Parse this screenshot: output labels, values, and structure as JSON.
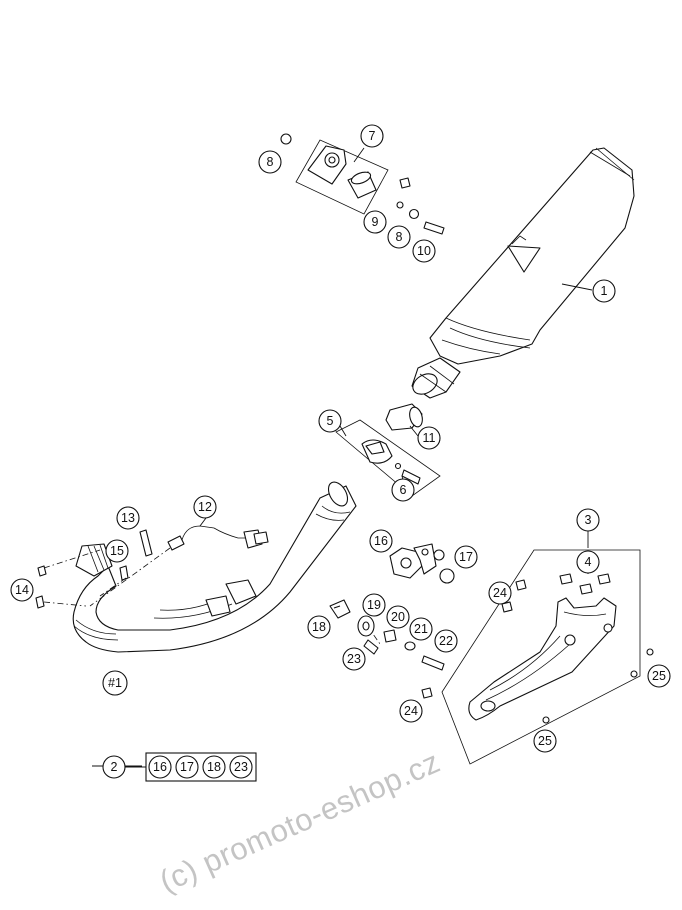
{
  "callouts": {
    "c1": "1",
    "c3": "3",
    "c4": "4",
    "c5": "5",
    "c6": "6",
    "c7": "7",
    "c8a": "8",
    "c8b": "8",
    "c9": "9",
    "c10": "10",
    "c11": "11",
    "c12": "12",
    "c13": "13",
    "c14": "14",
    "c15": "15",
    "c16": "16",
    "c17": "17",
    "c18": "18",
    "c19": "19",
    "c20": "20",
    "c21": "21",
    "c22": "22",
    "c23": "23",
    "c24a": "24",
    "c24b": "24",
    "c25a": "25",
    "c25b": "25",
    "cm1": "#1"
  },
  "kit": {
    "label": "2",
    "items": [
      "16",
      "17",
      "18",
      "23"
    ]
  },
  "watermark": "(c) promoto-eshop.cz"
}
